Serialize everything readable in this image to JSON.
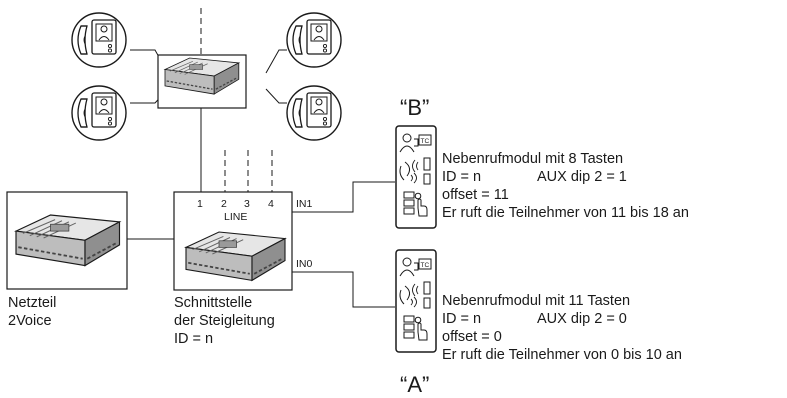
{
  "colors": {
    "line": "#1a1a1a",
    "device_fill": "#cfcfcf",
    "device_dark": "#555555",
    "panel_fill": "#ffffff"
  },
  "labels": {
    "power_supply": [
      "Netzteil",
      "2Voice"
    ],
    "riser_interface": [
      "Schnittstelle",
      "der Steigleitung",
      "ID = n"
    ],
    "terminals": [
      "1",
      "2",
      "3",
      "4"
    ],
    "line_label": "LINE",
    "input_in1": "IN1",
    "input_in0": "IN0"
  },
  "module_b": {
    "name": "“B”",
    "line1": "Nebenrufmodul mit 8 Tasten",
    "id": "ID = n",
    "aux": "AUX dip 2 = 1",
    "offset": "offset = 11",
    "calls": "Er ruft die Teilnehmer von 11 bis 18 an"
  },
  "module_a": {
    "name": "“A”",
    "line1": "Nebenrufmodul mit 11 Tasten",
    "id": "ID = n",
    "aux": "AUX dip 2 = 0",
    "offset": "offset = 0",
    "calls": "Er ruft die Teilnehmer von 0 bis 10 an"
  },
  "icons": [
    "video-intercom-handset-icon",
    "junction-device-icon",
    "power-supply-icon",
    "riser-interface-device-icon",
    "door-panel-icon",
    "camera-icon",
    "speaker-icon",
    "microphone-icon",
    "keypad-icon"
  ]
}
